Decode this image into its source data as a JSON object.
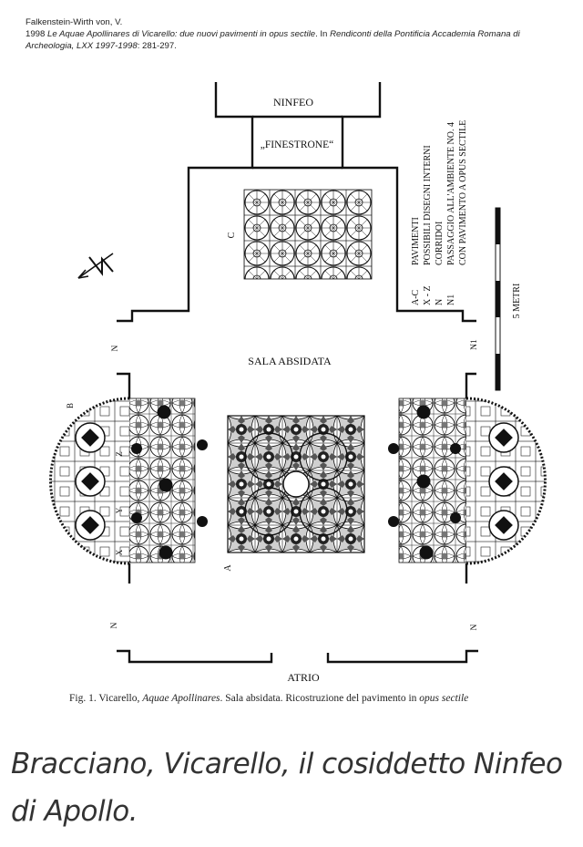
{
  "citation": {
    "author": "Falkenstein-Wirth von, V.",
    "line_prefix": "1998 ",
    "title_italic": "Le Aquae Apollinares di Vicarello: due nuovi pavimenti in opus sectile",
    "mid": ". In ",
    "journal_italic": "Rendiconti della Pontificia Accademia Romana di Archeologia, LXX 1997-1998",
    "pages": ": 281-297."
  },
  "plan": {
    "ninfeo": "NINFEO",
    "finestrone": "„FINESTRONE“",
    "sala": "SALA ABSIDATA",
    "atrio": "ATRIO",
    "letter_c": "C",
    "letter_a": "A",
    "letter_b": "B",
    "letter_n": "N",
    "letter_n1": "N1",
    "letter_x": "X",
    "letter_y": "Y",
    "letter_z": "Z",
    "north": "N",
    "scale_label": "5 METRI",
    "legend": [
      {
        "key": "A-C",
        "text": "PAVIMENTI"
      },
      {
        "key": "X - Z",
        "text": "POSSIBILI DISEGNI INTERNI"
      },
      {
        "key": "N",
        "text": "CORRIDOI"
      },
      {
        "key": "N1",
        "text": "PASSAGGIO ALL'AMBIENTE NO. 4"
      },
      {
        "key": "",
        "text": "CON PAVIMENTO A OPUS SECTILE"
      }
    ]
  },
  "figure_caption": {
    "prefix": "Fig. 1. Vicarello, ",
    "italic1": "Aquae Apollinares",
    "middle": ". Sala absidata. Ricostruzione del pavimento in ",
    "italic2": "opus sectile"
  },
  "post_caption": "Bracciano, Vicarello, il cosiddetto Ninfeo di Apollo."
}
